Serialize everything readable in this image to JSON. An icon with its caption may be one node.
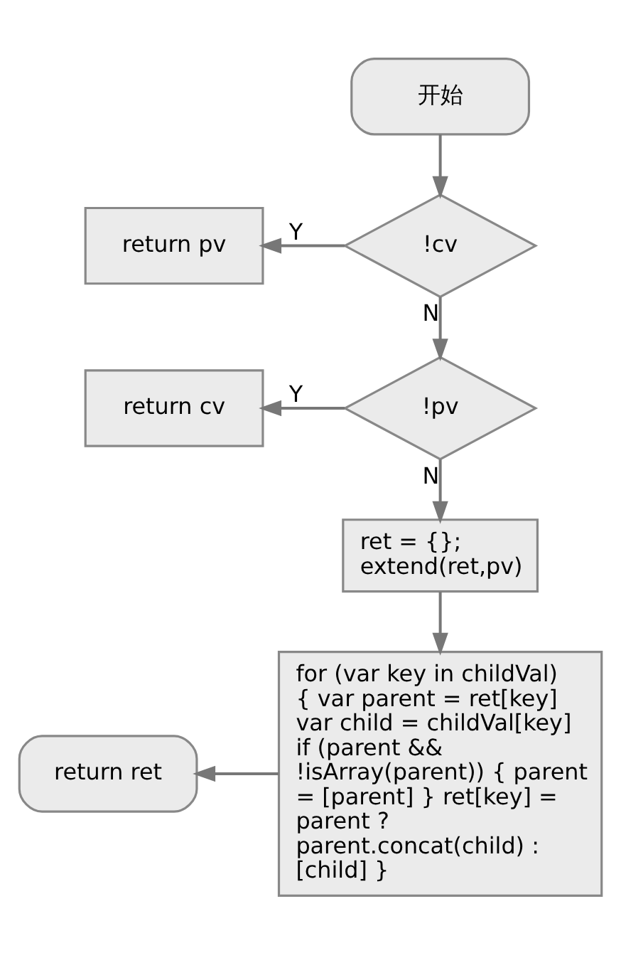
{
  "diagram": {
    "nodes": [
      {
        "text": [
          "开始"
        ]
      },
      {
        "text": [
          "!cv"
        ]
      },
      {
        "text": [
          "return pv"
        ]
      },
      {
        "text": [
          "!pv"
        ]
      },
      {
        "text": [
          "return cv"
        ]
      },
      {
        "text": [
          "ret = {}; extend(ret,pv)"
        ]
      },
      {
        "text": [
          "for (var key in childVal) { var parent = ret[key] var child = childVal[key] if (parent && !isArray(parent)) { parent = [parent] } ret[key] = parent ? parent.concat(child) : [child] }"
        ]
      },
      {
        "text": [
          "return ret"
        ]
      }
    ],
    "edges": [
      {
        "from": 0,
        "to": 1,
        "arrow": "to"
      },
      {
        "from": 1,
        "to": 2,
        "arrow": "to",
        "label": "Y"
      },
      {
        "from": 1,
        "to": 3,
        "arrow": "to",
        "label": "N"
      },
      {
        "from": 3,
        "to": 4,
        "arrow": "to",
        "label": "Y"
      },
      {
        "from": 3,
        "to": 5,
        "arrow": "to",
        "label": "N"
      },
      {
        "from": 5,
        "to": 6,
        "arrow": "to"
      },
      {
        "from": 6,
        "to": 7,
        "arrow": "to"
      }
    ]
  }
}
